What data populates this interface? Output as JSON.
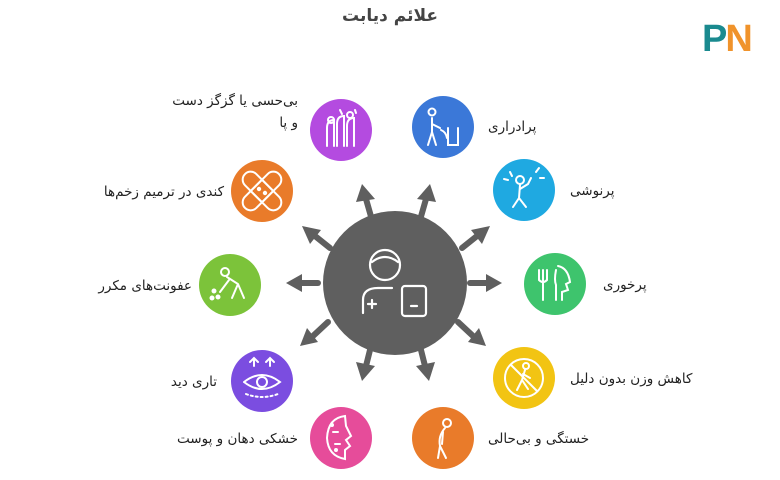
{
  "title": "علائم دیابت",
  "logo": {
    "p": "P",
    "n": "N"
  },
  "symptoms": {
    "polyuria": {
      "label": "پرادراری",
      "color": "#3b78d8",
      "icon": "urination-icon"
    },
    "polydipsia": {
      "label": "پرنوشی",
      "color": "#1fa9e1",
      "icon": "drinking-icon"
    },
    "polyphagia": {
      "label": "پرخوری",
      "color": "#3ec46d",
      "icon": "eating-head-icon"
    },
    "weight_loss": {
      "label": "کاهش وزن بدون دلیل",
      "color": "#f2c413",
      "icon": "no-walking-icon"
    },
    "fatigue": {
      "label": "خستگی و بی‌حالی",
      "color": "#e97b2a",
      "icon": "tired-person-icon"
    },
    "dry_mouth": {
      "label": "خشکی دهان و پوست",
      "color": "#e64c9a",
      "icon": "dry-face-icon"
    },
    "blurred_vision": {
      "label": "تاری دید",
      "color": "#7b4de0",
      "icon": "blurred-eye-icon"
    },
    "infections": {
      "label": "عفونت‌های مکرر",
      "color": "#7cc33a",
      "icon": "sick-person-icon"
    },
    "slow_healing": {
      "label": "کندی در ترمیم زخم‌ها",
      "color": "#e97b2a",
      "icon": "bandage-icon"
    },
    "numbness": {
      "label": "بی‌حسی یا گزگز دست\nو پا",
      "color": "#b44be0",
      "icon": "numb-hands-icon"
    }
  },
  "center": {
    "color": "#5f5f5f",
    "icon": "diabetic-person-icon"
  }
}
